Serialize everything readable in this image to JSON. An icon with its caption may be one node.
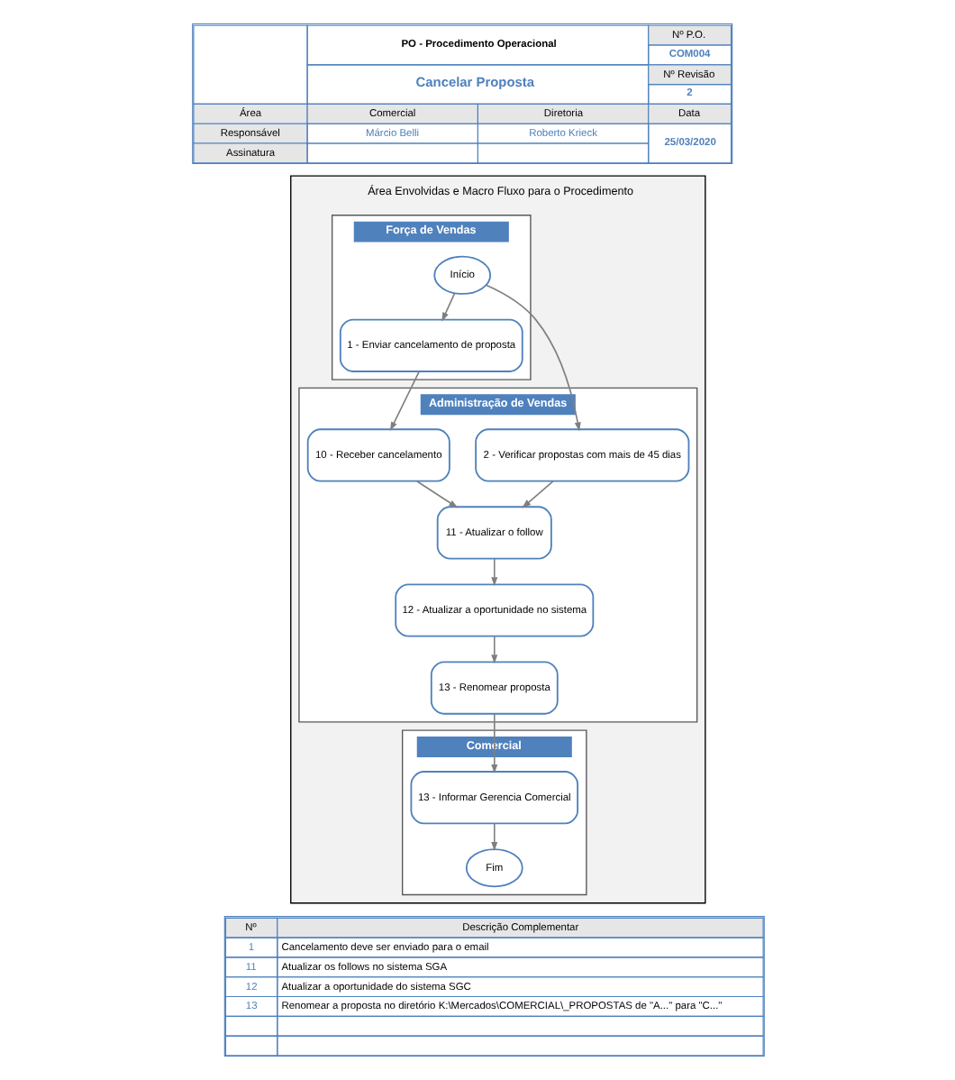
{
  "diagram": {
    "nodes": [
      {
        "text": [
          "Área Envolvidas e Macro Fluxo para o Procedimento"
        ]
      },
      {
        "text": [
          "Força de Vendas"
        ],
        "in": 0
      },
      {
        "text": [
          "Administração de Vendas"
        ],
        "in": 0
      },
      {
        "text": [
          "Comercial"
        ],
        "in": 0
      },
      {
        "text": [
          "Início"
        ],
        "in": 1
      },
      {
        "text": [
          "2 - Verificar propostas com mais de 45 dias"
        ],
        "in": 2
      },
      {
        "text": [
          "1 - Enviar cancelamento de proposta"
        ],
        "in": 1
      },
      {
        "text": [
          "10 - Receber cancelamento"
        ],
        "in": 2
      },
      {
        "text": [
          "11 - Atualizar o follow"
        ],
        "in": 2
      },
      {
        "text": [
          "12 - Atualizar a oportunidade no sistema"
        ],
        "in": 2
      },
      {
        "text": [
          "13 - Renomear proposta"
        ],
        "in": 2
      },
      {
        "text": [
          "13 - Informar Gerencia Comercial"
        ],
        "in": 3
      },
      {
        "text": [
          "Fim"
        ],
        "in": 3
      }
    ],
    "edges": [
      {
        "from": 4,
        "to": 5,
        "arrow": "to"
      },
      {
        "from": 4,
        "to": 6,
        "arrow": "to"
      },
      {
        "from": 6,
        "to": 7,
        "arrow": "to"
      },
      {
        "from": 7,
        "to": 8,
        "arrow": "to"
      },
      {
        "from": 5,
        "to": 8,
        "arrow": "to"
      },
      {
        "from": 8,
        "to": 9,
        "arrow": "to"
      },
      {
        "from": 9,
        "to": 10,
        "arrow": "to"
      },
      {
        "from": 10,
        "to": 11,
        "arrow": "to"
      },
      {
        "from": 11,
        "to": 12,
        "arrow": "to"
      }
    ],
    "labels": [
      "PO - Procedimento Operacional",
      "Nº P.O.",
      "COM004",
      "Cancelar Proposta",
      "Nº Revisão",
      "2",
      "Área",
      "Comercial",
      "Diretoria",
      "Data",
      "Responsável",
      "Márcio Belli",
      "Roberto Krieck",
      "Assinatura",
      "25/03/2020",
      "Nº",
      "Descrição Complementar",
      "1",
      "Cancelamento deve ser enviado para o email",
      "11",
      "Atualizar os follows no sistema SGA",
      "12",
      "Atualizar a oportunidade do sistema SGC",
      "13",
      "Renomear a proposta no diretório K:\\Mercados\\COMERCIAL\\_PROPOSTAS de \"A...\" para \"C...\""
    ]
  }
}
